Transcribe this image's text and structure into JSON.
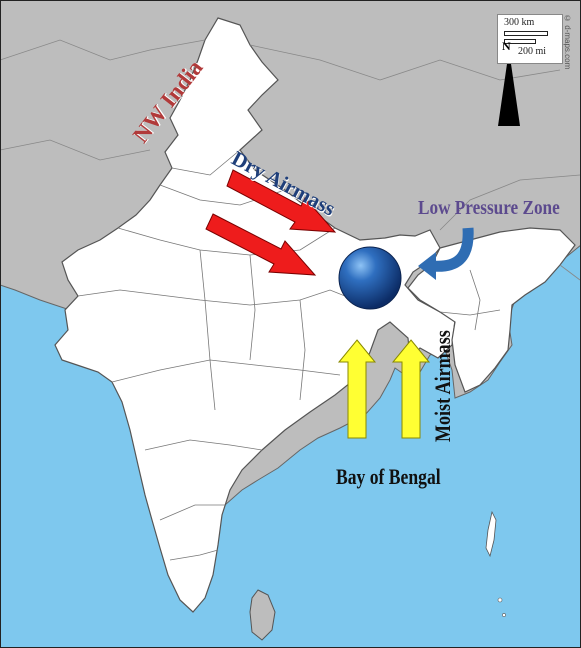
{
  "labels": {
    "nw_india": "NW India",
    "dry_airmass": "Dry Airmass",
    "low_pressure": "Low Pressure Zone",
    "moist_airmass": "Moist Airmass",
    "bay_of_bengal": "Bay of Bengal"
  },
  "scale_bar": {
    "km": "300 km",
    "mi": "200 mi"
  },
  "north": "N",
  "credit": "© d-maps.com",
  "colors": {
    "sea": "#7ec8ee",
    "land_outside": "#bdbdbd",
    "india": "#ffffff",
    "dry_arrow": "#ee1c1c",
    "moist_arrow": "#ffff33",
    "low_circle": "#1f5fae",
    "curved_arrow": "#2f6db3"
  }
}
